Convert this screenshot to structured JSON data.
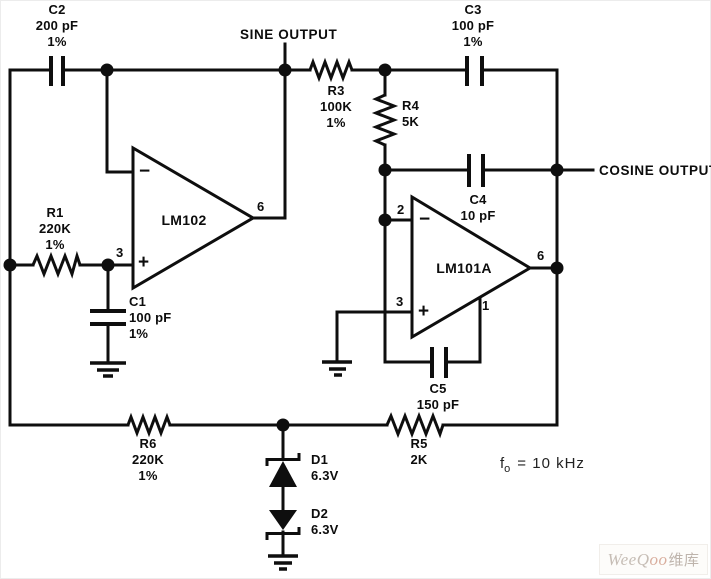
{
  "outputs": {
    "sine": "SINE OUTPUT",
    "cosine": "COSINE OUTPUT"
  },
  "frequency": {
    "symbol": "f",
    "subscript": "o",
    "value": "= 10 kHz"
  },
  "opamps": {
    "lm102": {
      "name": "LM102",
      "inverting_sign": "−",
      "noninverting_sign": "+",
      "pin_noninverting": "3",
      "pin_output": "6"
    },
    "lm101a": {
      "name": "LM101A",
      "inverting_sign": "−",
      "noninverting_sign": "+",
      "pin_inverting": "2",
      "pin_noninverting": "3",
      "pin_comp": "1",
      "pin_output": "6"
    }
  },
  "components": {
    "c2": {
      "ref": "C2",
      "value": "200 pF",
      "tolerance": "1%"
    },
    "c3": {
      "ref": "C3",
      "value": "100 pF",
      "tolerance": "1%"
    },
    "r3": {
      "ref": "R3",
      "value": "100K",
      "tolerance": "1%"
    },
    "r4": {
      "ref": "R4",
      "value": "5K"
    },
    "c4": {
      "ref": "C4",
      "value": "10 pF"
    },
    "r1": {
      "ref": "R1",
      "value": "220K",
      "tolerance": "1%"
    },
    "c1": {
      "ref": "C1",
      "value": "100 pF",
      "tolerance": "1%"
    },
    "c5": {
      "ref": "C5",
      "value": "150 pF"
    },
    "r6": {
      "ref": "R6",
      "value": "220K",
      "tolerance": "1%"
    },
    "r5": {
      "ref": "R5",
      "value": "2K"
    },
    "d1": {
      "ref": "D1",
      "value": "6.3V"
    },
    "d2": {
      "ref": "D2",
      "value": "6.3V"
    }
  },
  "watermark": {
    "part1": "WeeQ",
    "part2": "oo",
    "part3": "维库"
  },
  "colors": {
    "line": "#0e0e0e",
    "background": "#ffffff"
  }
}
